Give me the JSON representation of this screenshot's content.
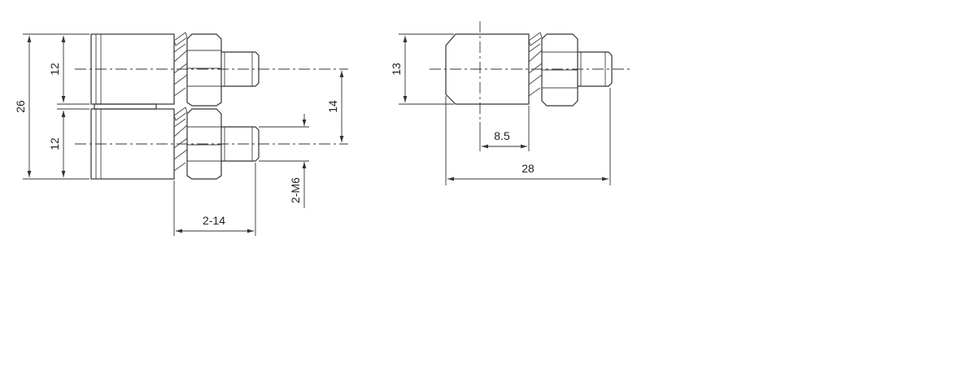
{
  "drawing": {
    "dimensions": {
      "total_height": "26",
      "upper_block_height": "12",
      "lower_block_height": "12",
      "bolt_spacing": "14",
      "thread_spec": "2-M6",
      "bolt_length": "2-14",
      "side_height": "13",
      "side_offset": "8.5",
      "side_length": "28"
    }
  }
}
